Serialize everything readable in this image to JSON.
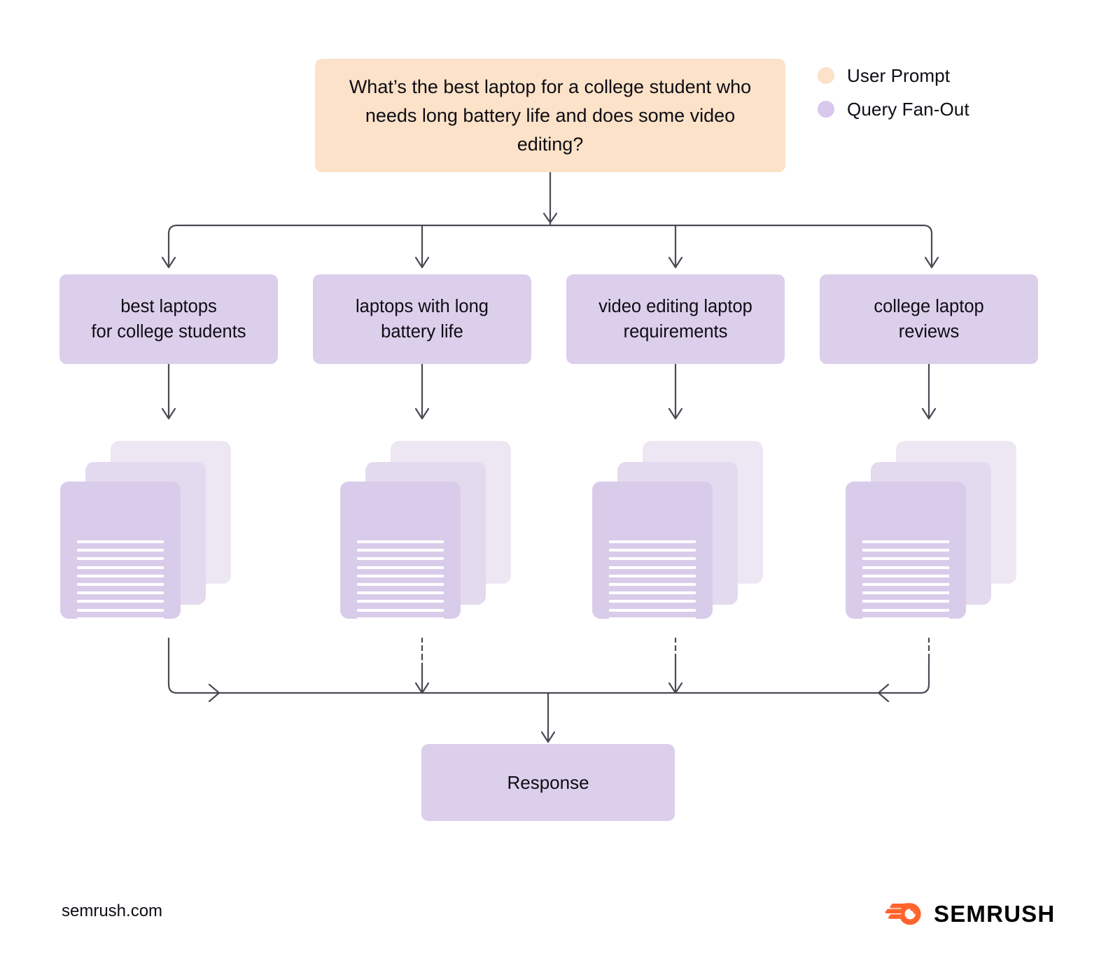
{
  "diagram": {
    "title": "Query Fan-Out",
    "colors": {
      "user_prompt": "#FBE2C8",
      "query_fan_out": "#DCCFEB",
      "connector": "#4a4a55",
      "brand_orange": "#FF642D",
      "background": "#FFFFFF",
      "text": "#0F0C14"
    }
  },
  "legend": {
    "items": [
      {
        "label": "User Prompt",
        "color": "#FBE2C8",
        "icon": "circle-swatch-icon"
      },
      {
        "label": "Query Fan-Out",
        "color": "#DCCFEB",
        "icon": "circle-swatch-icon"
      }
    ]
  },
  "prompt": {
    "text": "What’s the best laptop for a college student who needs long battery life and does some video editing?"
  },
  "queries": [
    {
      "label": "best laptops\nfor college students"
    },
    {
      "label": "laptops with long\nbattery life"
    },
    {
      "label": "video editing laptop\nrequirements"
    },
    {
      "label": "college laptop\nreviews"
    }
  ],
  "documents": {
    "icon": "document-stack-icon",
    "sheets_per_stack": 3,
    "text_lines_per_sheet": 15,
    "stacks": [
      {
        "for_query": "best laptops for college students"
      },
      {
        "for_query": "laptops with long battery life"
      },
      {
        "for_query": "video editing laptop requirements"
      },
      {
        "for_query": "college laptop reviews"
      }
    ]
  },
  "response": {
    "label": "Response"
  },
  "footer": {
    "url": "semrush.com",
    "brand": "SEMRUSH",
    "logo_icon": "semrush-comet-logo-icon"
  }
}
